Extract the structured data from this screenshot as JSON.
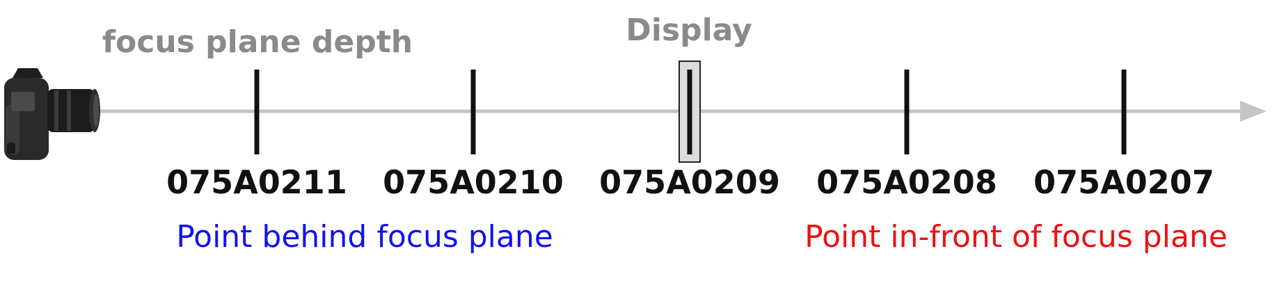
{
  "diagram": {
    "focus_title": "focus plane depth",
    "display_title": "Display",
    "ticks": [
      {
        "label": "075A0211",
        "highlighted": false
      },
      {
        "label": "075A0210",
        "highlighted": false
      },
      {
        "label": "075A0209",
        "highlighted": true
      },
      {
        "label": "075A0208",
        "highlighted": false
      },
      {
        "label": "075A0207",
        "highlighted": false
      }
    ],
    "behind_label": "Point behind focus plane",
    "front_label": "Point in-front of focus plane",
    "colors": {
      "axis": "#c4c4c4",
      "tick": "#111111",
      "title": "#8a8a8a",
      "behind": "#1212ee",
      "front": "#ee1111",
      "highlight_fill": "#dcdcdc"
    },
    "icon": "camera-icon"
  }
}
